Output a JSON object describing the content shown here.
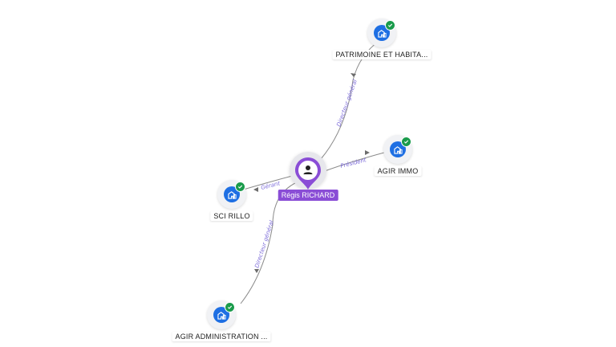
{
  "person": {
    "name": "Régis RICHARD",
    "icon": "person-icon",
    "color": "#8a4dd6"
  },
  "companies": [
    {
      "id": "patrimoine",
      "label": "PATRIMOINE ET HABITA...",
      "icon": "building-icon",
      "verified": true
    },
    {
      "id": "agir_immo",
      "label": "AGIR IMMO",
      "icon": "building-icon",
      "verified": true
    },
    {
      "id": "sci_rillo",
      "label": "SCI RILLO",
      "icon": "building-icon",
      "verified": true
    },
    {
      "id": "agir_admin",
      "label": "AGIR ADMINISTRATION ...",
      "icon": "building-icon",
      "verified": true
    }
  ],
  "relations": [
    {
      "to": "patrimoine",
      "label": "Directeur général"
    },
    {
      "to": "agir_immo",
      "label": "Président"
    },
    {
      "to": "sci_rillo",
      "label": "Gérant"
    },
    {
      "to": "agir_admin",
      "label": "Directeur général"
    }
  ],
  "colors": {
    "company": "#1e6fe3",
    "verified": "#1a9b4b",
    "relation_label": "#7c6bd9",
    "edge": "#8b8b8b"
  }
}
